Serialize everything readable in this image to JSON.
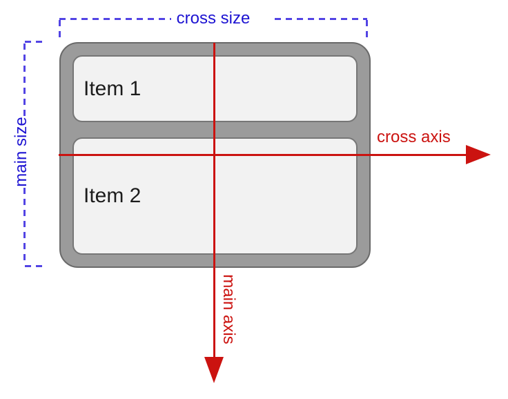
{
  "annotations": {
    "cross_size": "cross size",
    "main_size": "main size",
    "cross_axis": "cross axis",
    "main_axis": "main axis"
  },
  "container": {
    "items": [
      {
        "label": "Item 1"
      },
      {
        "label": "Item 2"
      }
    ]
  },
  "colors": {
    "axis_red": "#cb1310",
    "label_blue": "#1d13d2",
    "dash_blue": "#5244e4",
    "container_fill": "#9b9b9b",
    "container_border": "#696969",
    "item_fill": "#f2f2f2",
    "item_border": "#767676",
    "item_text": "#1c1c1c",
    "canvas_bg": "#ffffff"
  }
}
